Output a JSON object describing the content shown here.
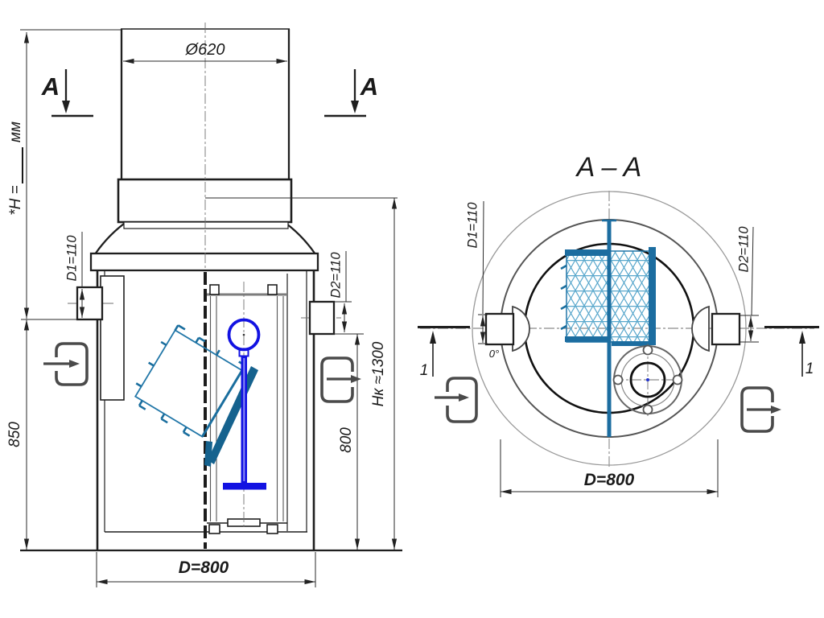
{
  "drawing": {
    "kind": "grease-separator-well technical drawing",
    "views": [
      "front elevation",
      "section A-A"
    ]
  },
  "front_view": {
    "dim_riser_diameter": "Ø620",
    "dim_height_prefix": "*H =",
    "dim_height_unit": "мм",
    "dim_inlet_nozzle": "D1=110",
    "dim_outlet_nozzle": "D2=110",
    "dim_inlet_invert_depth": "850",
    "dim_outlet_height": "800",
    "dim_body_height": "Hк ≈1300",
    "dim_body_diameter": "D=800",
    "section_cut_letter": "A"
  },
  "section_view": {
    "title": "A – A",
    "dim_inlet_nozzle": "D1=110",
    "dim_outlet_nozzle": "D2=110",
    "dim_shaft_diameter": "D=800",
    "inlet_angle": "0°",
    "detail_plane_label": "1"
  },
  "colors": {
    "line": "#1f1f1f",
    "accent_blue": "#1212e2",
    "steel_blue": "#1c6da0",
    "mesh_blue": "#58a7cc",
    "icon_gray": "#4a4a4a"
  }
}
